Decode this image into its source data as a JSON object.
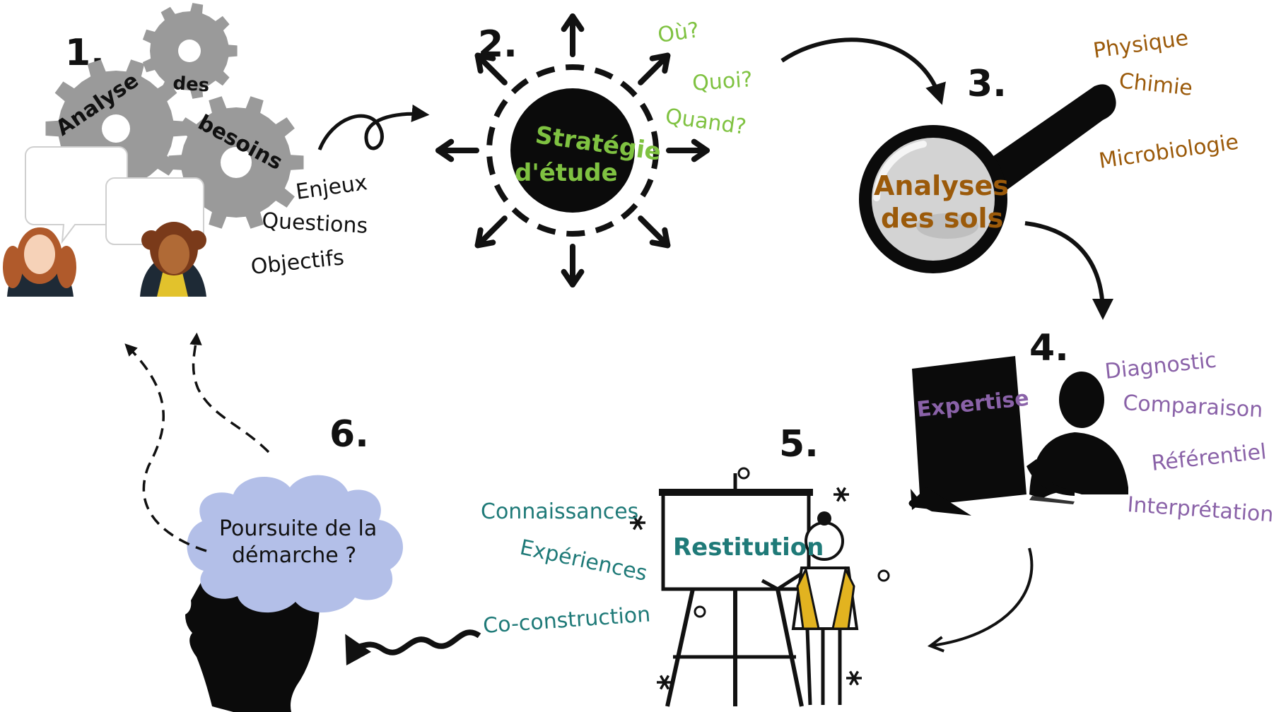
{
  "colors": {
    "black": "#111111",
    "gear_gray": "#9a9a9a",
    "green": "#7fc241",
    "brown": "#9b5a0a",
    "purple": "#8a62a8",
    "teal": "#1f7a78",
    "cloud": "#b3bfe8",
    "lens": "#d3d3d3",
    "vest": "#e2b320",
    "skin_light": "#f6d2b8",
    "skin_dark": "#b06a36",
    "hair": "#a5542a"
  },
  "icons": [
    "gear-icon",
    "speech-bubble-icon",
    "person-icon",
    "arrow-icon",
    "magnifier-icon",
    "computer-icon",
    "easel-icon",
    "presenter-icon",
    "head-silhouette-icon",
    "cloud-icon",
    "asterisk-icon"
  ],
  "step1": {
    "number": "1.",
    "title_words": [
      "Analyse",
      "des",
      "besoins"
    ],
    "keywords": [
      "Enjeux",
      "Questions",
      "Objectifs"
    ]
  },
  "step2": {
    "number": "2.",
    "title_lines": [
      "Stratégie",
      "d'étude"
    ],
    "keywords": [
      "Où?",
      "Quoi?",
      "Quand?"
    ]
  },
  "step3": {
    "number": "3.",
    "title_lines": [
      "Analyses",
      "des sols"
    ],
    "keywords": [
      "Physique",
      "Chimie",
      "Microbiologie"
    ]
  },
  "step4": {
    "number": "4.",
    "title": "Expertise",
    "keywords": [
      "Diagnostic",
      "Comparaison",
      "Référentiel",
      "Interprétation"
    ]
  },
  "step5": {
    "number": "5.",
    "title": "Restitution",
    "keywords": [
      "Connaissances",
      "Expériences",
      "Co-construction"
    ]
  },
  "step6": {
    "number": "6.",
    "cloud_lines": [
      "Poursuite de la",
      "démarche ?"
    ]
  }
}
